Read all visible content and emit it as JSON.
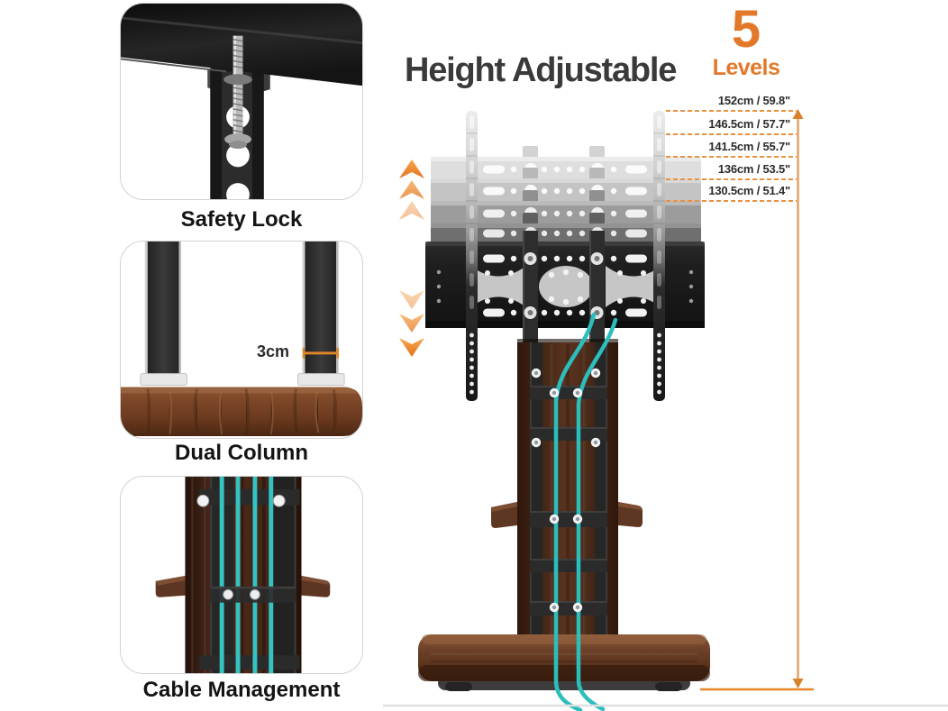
{
  "title": "Height Adjustable",
  "levels_badge": {
    "count": "5",
    "label": "Levels"
  },
  "height_levels": [
    "152cm / 59.8\"",
    "146.5cm / 57.7\"",
    "141.5cm / 55.7\"",
    "136cm / 53.5\"",
    "130.5cm / 51.4\""
  ],
  "features": [
    {
      "label": "Safety Lock"
    },
    {
      "label": "Dual Column",
      "annotation": "3cm"
    },
    {
      "label": "Cable Management"
    }
  ],
  "colors": {
    "accent_orange": "#E2792A",
    "dashed_line_orange": "#EA9140",
    "cable_teal": "#2CBEBC",
    "wood_brown": "#5A3420",
    "metal_black": "#1F1F1F"
  }
}
